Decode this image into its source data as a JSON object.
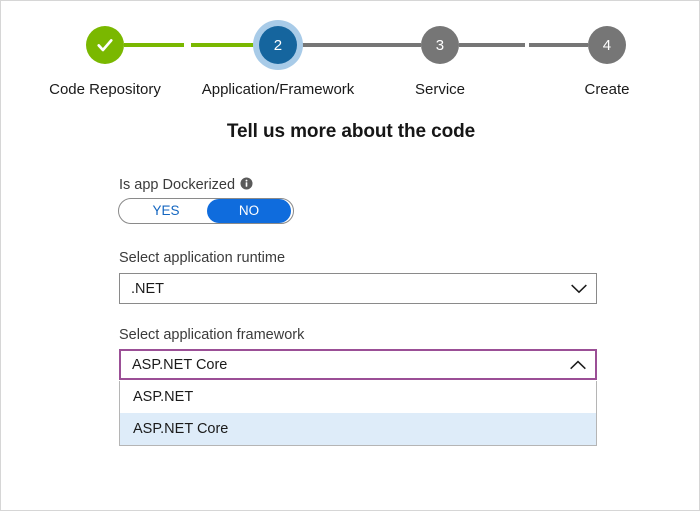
{
  "wizard": {
    "steps": [
      {
        "index": "1",
        "label": "Code Repository",
        "state": "completed",
        "icon": "check-icon"
      },
      {
        "index": "2",
        "label": "Application/Framework",
        "state": "current"
      },
      {
        "index": "3",
        "label": "Service",
        "state": "pending"
      },
      {
        "index": "4",
        "label": "Create",
        "state": "pending"
      }
    ],
    "colors": {
      "completed": "#7ab800",
      "current": "#15659e",
      "current_ring": "#a8cbe8",
      "pending": "#767676"
    }
  },
  "main": {
    "title": "Tell us more about the code",
    "dockerized": {
      "label": "Is app Dockerized",
      "info_icon": "info-icon",
      "options": [
        "YES",
        "NO"
      ],
      "yes_label": "YES",
      "no_label": "NO",
      "selected": "NO",
      "selected_color": "#0f6cdd",
      "unselected_text_color": "#1466c0"
    },
    "runtime": {
      "label": "Select application runtime",
      "value": ".NET",
      "chevron": "chevron-down-icon",
      "expanded": "false"
    },
    "framework": {
      "label": "Select application framework",
      "value": "ASP.NET Core",
      "chevron": "chevron-up-icon",
      "expanded": "true",
      "focus_color": "#9b4f96",
      "highlight_color": "#deecf9",
      "options": [
        {
          "label": "ASP.NET",
          "selected": false
        },
        {
          "label": "ASP.NET Core",
          "selected": true
        }
      ]
    }
  }
}
